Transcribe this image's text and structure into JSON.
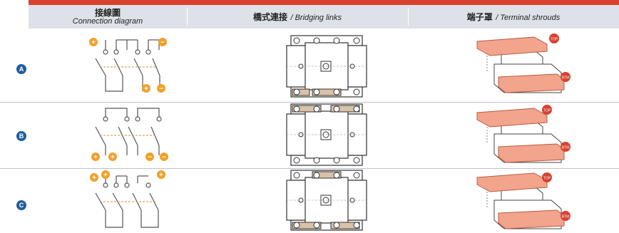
{
  "header": {
    "col1_zh": "接線圖",
    "col1_en": "Connection diagram",
    "col2_zh": "橋式連接",
    "col2_en": "/ Bridging links",
    "col3_zh": "端子罩",
    "col3_en": "/ Terminal shrouds"
  },
  "rows": [
    {
      "label": "A",
      "top_symbols": [
        "+",
        "−"
      ],
      "bottom_symbols": [
        "+",
        "−"
      ],
      "shroud_top": "TOP",
      "shroud_bottom": "BTM"
    },
    {
      "label": "B",
      "top_symbols": [],
      "bottom_symbols": [
        "+",
        "+",
        "−",
        "−"
      ],
      "shroud_top": "TOP",
      "shroud_bottom": "BTM"
    },
    {
      "label": "C",
      "top_symbols": [
        "+",
        "+",
        "+"
      ],
      "bottom_symbols": [],
      "shroud_top": "TOP",
      "shroud_bottom": "BTM"
    }
  ],
  "colors": {
    "accent": "#d8412f",
    "header_bg": "#dde2e8",
    "badge": "#1f5d9e",
    "terminal_orange": "#f0a02a",
    "shroud_salmon": "#f2a48c"
  }
}
